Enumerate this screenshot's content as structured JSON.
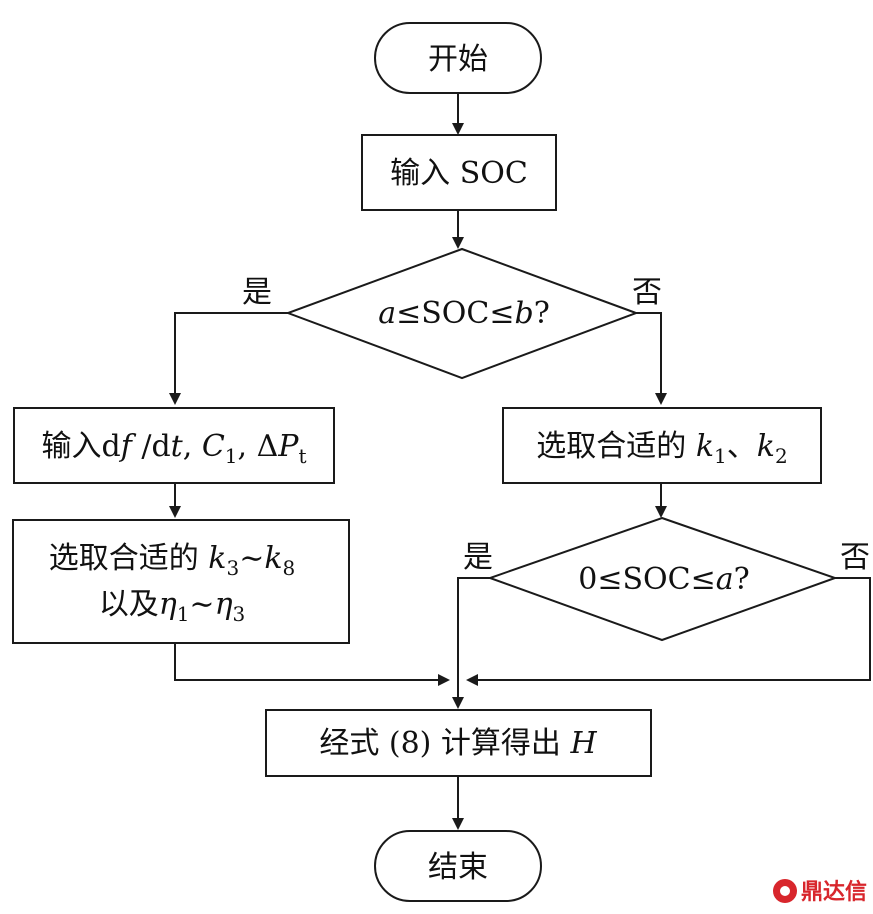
{
  "nodes": {
    "start": "开始",
    "input_soc": {
      "prefix": "输入 ",
      "text": "SOC"
    },
    "decision1": {
      "a": "a",
      "le1": "≤",
      "soc": "SOC",
      "le2": "≤",
      "b": "b",
      "q": "?"
    },
    "input_df": {
      "prefix": "输入",
      "d1": "d",
      "f": "f",
      "slash": " /d",
      "t": "t",
      "comma1": ", ",
      "C": "C",
      "C_sub": "1",
      "comma2": ", ",
      "delta": "Δ",
      "P": "P",
      "P_sub": "t"
    },
    "select_k1k2": {
      "prefix": "选取合适的 ",
      "k": "k",
      "k_sub1": "1",
      "sep": "、",
      "k2": "k",
      "k_sub2": "2"
    },
    "select_k3k8": {
      "line1_prefix": "选取合适的 ",
      "k3": "k",
      "k3_sub": "3",
      "tilde1": "∼",
      "k8": "k",
      "k8_sub": "8",
      "line2_prefix": "以及",
      "eta1": "η",
      "eta1_sub": "1",
      "tilde2": "∼",
      "eta3": "η",
      "eta3_sub": "3"
    },
    "decision2": {
      "zero": "0",
      "le1": "≤",
      "soc": "SOC",
      "le2": "≤",
      "a": "a",
      "q": "?"
    },
    "compute": {
      "prefix": "经式 (8) 计算得出 ",
      "H": "H"
    },
    "end": "结束"
  },
  "branch_labels": {
    "d1_yes": "是",
    "d1_no": "否",
    "d2_yes": "是",
    "d2_no": "否"
  },
  "watermark": "鼎达信",
  "colors": {
    "stroke": "#1a1a1a",
    "watermark": "#d8262c"
  }
}
